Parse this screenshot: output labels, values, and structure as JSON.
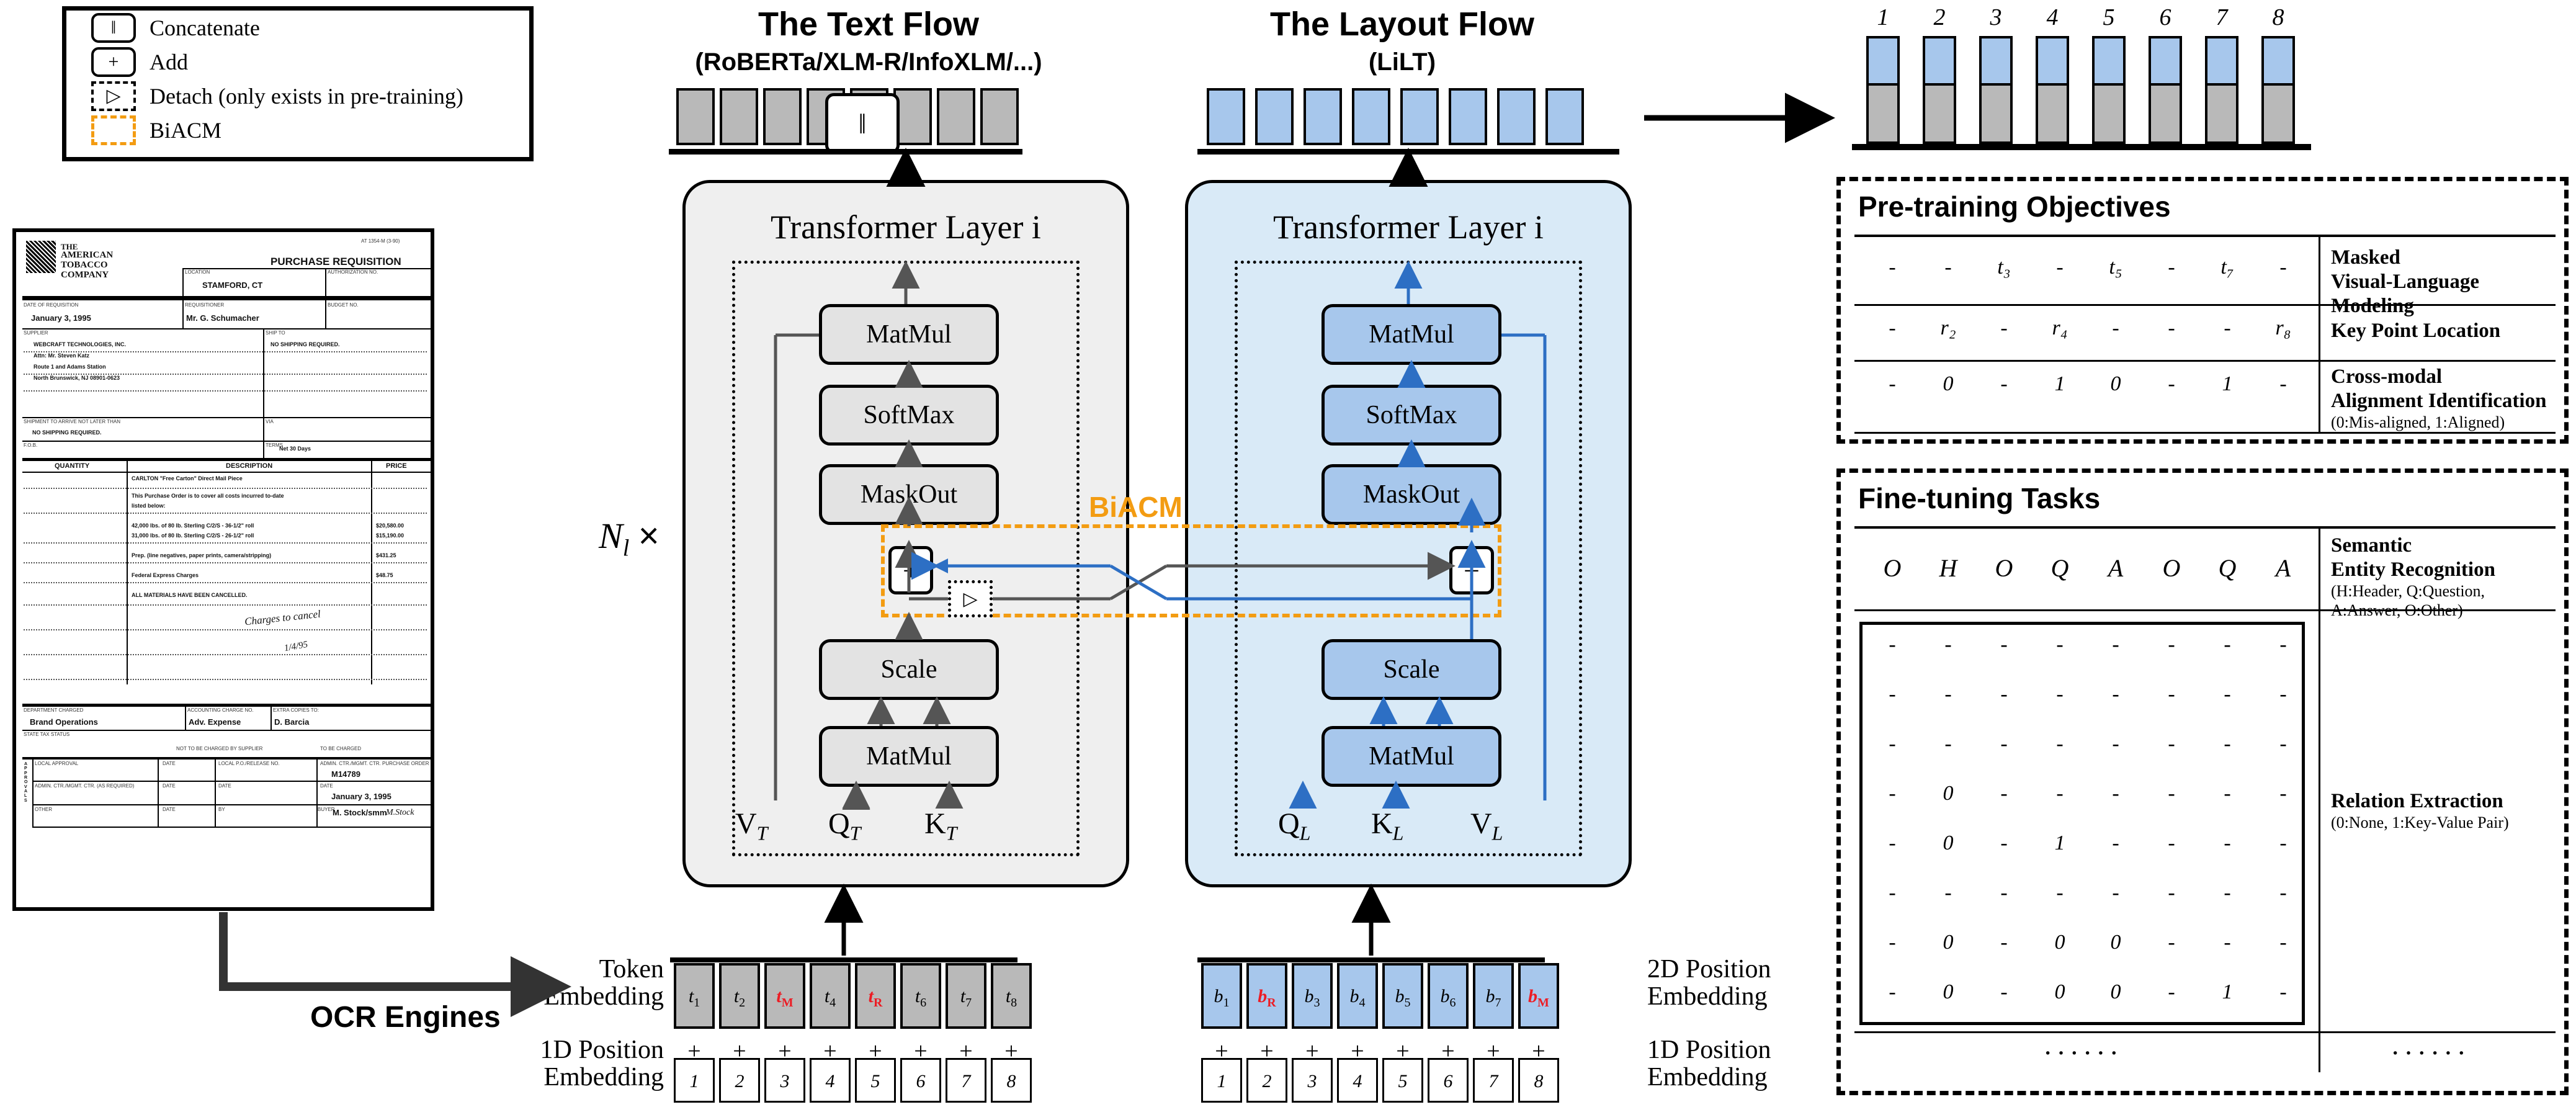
{
  "legend": {
    "items": [
      {
        "glyph": "‖",
        "label": "Concatenate",
        "style": "solid"
      },
      {
        "glyph": "+",
        "label": "Add",
        "style": "solid"
      },
      {
        "glyph": "▷",
        "label": "Detach (only exists in pre-training)",
        "style": "dashed"
      },
      {
        "glyph": "",
        "label": "BiACM",
        "style": "orange"
      }
    ]
  },
  "document": {
    "header_code": "AT 1354-M (3-90)",
    "company": [
      "THE",
      "AMERICAN",
      "TOBACCO",
      "COMPANY"
    ],
    "doc_title": "PURCHASE REQUISITION",
    "fields": [
      {
        "label": "LOCATION",
        "value": "STAMFORD, CT"
      },
      {
        "label": "AUTHORIZATION NO.",
        "value": ""
      },
      {
        "label": "DATE OF REQUISITION",
        "value": "January 3, 1995"
      },
      {
        "label": "REQUISITIONER",
        "value": "Mr. G. Schumacher"
      },
      {
        "label": "BUDGET NO.",
        "value": ""
      },
      {
        "label": "SUPPLIER",
        "value": ""
      },
      {
        "label": "SHIP TO",
        "value": "NO SHIPPING REQUIRED."
      },
      {
        "label": "SHIPMENT TO ARRIVE NOT LATER THAN",
        "value": "NO SHIPPING REQUIRED."
      },
      {
        "label": "VIA",
        "value": ""
      },
      {
        "label": "F.O.B.",
        "value": ""
      },
      {
        "label": "TERMS",
        "value": "Net 30 Days"
      }
    ],
    "supplier_lines": [
      "WEBCRAFT TECHNOLOGIES, INC.",
      "Attn: Mr. Steven Katz",
      "Route 1 and Adams Station",
      "North Brunswick, NJ 08901-0623"
    ],
    "table_headers": [
      "QUANTITY",
      "DESCRIPTION",
      "PRICE"
    ],
    "table_rows": [
      {
        "desc": "CARLTON \"Free Carton\" Direct Mail Piece",
        "price": ""
      },
      {
        "desc": "This Purchase Order is to cover all costs incurred to-date",
        "price": ""
      },
      {
        "desc": "listed below:",
        "price": ""
      },
      {
        "desc": "42,000 lbs. of 80 lb. Sterling C/2/S - 36-1/2\" roll",
        "price": "$20,580.00"
      },
      {
        "desc": "31,000 lbs. of 80 lb. Sterling C/2/S - 26-1/2\" roll",
        "price": "$15,190.00"
      },
      {
        "desc": "Prep. (line negatives, paper prints, camera/stripping)",
        "price": "$431.25"
      },
      {
        "desc": "Federal Express Charges",
        "price": "$48.75"
      },
      {
        "desc": "ALL MATERIALS HAVE BEEN CANCELLED.",
        "price": ""
      }
    ],
    "handwriting": "Charges to cancel",
    "handwriting_date": "1/4/95",
    "footer_fields": [
      {
        "label": "DEPARTMENT CHARGED",
        "value": "Brand Operations"
      },
      {
        "label": "ACCOUNTING CHARGE NO.",
        "value": "Adv. Expense"
      },
      {
        "label": "EXTRA COPIES TO:",
        "value": "D. Barcia"
      },
      {
        "label": "STATE TAX STATUS",
        "value": ""
      }
    ],
    "tax_options": [
      "NOT TO BE CHARGED BY SUPPLIER",
      "TO BE CHARGED"
    ],
    "approvals_label": "APPROVALS",
    "approval_rows": [
      {
        "a": "LOCAL APPROVAL",
        "b": "DATE",
        "c": "LOCAL P.O./RELEASE NO.",
        "d": "ADMIN. CTR./MGMT. CTR. PURCHASE ORDER NO.",
        "val": "M14789"
      },
      {
        "a": "ADMIN. CTR./MGMT. CTR. (AS REQUIRED)",
        "b": "DATE",
        "c": "DATE",
        "d": "DATE",
        "val": "January 3, 1995"
      },
      {
        "a": "OTHER",
        "b": "DATE",
        "c": "BY",
        "d": "BUYER",
        "val": "M. Stock/smm"
      }
    ]
  },
  "ocr": {
    "label": "OCR Engines"
  },
  "flows": {
    "text": {
      "title": "The Text Flow",
      "subtitle": "(RoBERTa/XLM-R/InfoXLM/...)",
      "layer_label": "Transformer Layer i",
      "ops": [
        "MatMul",
        "SoftMax",
        "MaskOut",
        "Scale",
        "MatMul"
      ],
      "inputs": [
        "V",
        "Q",
        "K"
      ],
      "input_sub": "T"
    },
    "layout": {
      "title": "The Layout Flow",
      "subtitle": "(LiLT)",
      "layer_label": "Transformer Layer i",
      "ops": [
        "MatMul",
        "SoftMax",
        "MaskOut",
        "Scale",
        "MatMul"
      ],
      "inputs": [
        "Q",
        "K",
        "V"
      ],
      "input_sub": "L"
    },
    "repeat_label": "N",
    "repeat_sub": "l",
    "repeat_times": "×",
    "concat_glyph": "‖",
    "biacm_label": "BiACM",
    "plus_glyph": "+",
    "detach_glyph": "▷"
  },
  "embeddings": {
    "token_label": [
      "Token",
      "Embedding"
    ],
    "pos1d_label": [
      "1D Position",
      "Embedding"
    ],
    "pos2d_label": [
      "2D Position",
      "Embedding"
    ],
    "pos1d_label_right": [
      "1D Position",
      "Embedding"
    ],
    "plus_glyph": "+",
    "text_tokens": [
      {
        "base": "t",
        "sub": "1",
        "red": false
      },
      {
        "base": "t",
        "sub": "2",
        "red": false
      },
      {
        "base": "t",
        "sub": "M",
        "red": true
      },
      {
        "base": "t",
        "sub": "4",
        "red": false
      },
      {
        "base": "t",
        "sub": "R",
        "red": true
      },
      {
        "base": "t",
        "sub": "6",
        "red": false
      },
      {
        "base": "t",
        "sub": "7",
        "red": false
      },
      {
        "base": "t",
        "sub": "8",
        "red": false
      }
    ],
    "layout_tokens": [
      {
        "base": "b",
        "sub": "1",
        "red": false
      },
      {
        "base": "b",
        "sub": "R",
        "red": true
      },
      {
        "base": "b",
        "sub": "3",
        "red": false
      },
      {
        "base": "b",
        "sub": "4",
        "red": false
      },
      {
        "base": "b",
        "sub": "5",
        "red": false
      },
      {
        "base": "b",
        "sub": "6",
        "red": false
      },
      {
        "base": "b",
        "sub": "7",
        "red": false
      },
      {
        "base": "b",
        "sub": "M",
        "red": true
      }
    ],
    "positions": [
      "1",
      "2",
      "3",
      "4",
      "5",
      "6",
      "7",
      "8"
    ]
  },
  "output_bars": {
    "indices": [
      "1",
      "2",
      "3",
      "4",
      "5",
      "6",
      "7",
      "8"
    ],
    "top_color": "#a7c7ec",
    "bottom_color": "#b9b9b9"
  },
  "pretraining": {
    "title": "Pre-training Objectives",
    "rows": [
      {
        "cells": [
          "-",
          "-",
          "t₃",
          "-",
          "t₅",
          "-",
          "t₇",
          "-"
        ],
        "name_lines": [
          "Masked",
          "Visual-Language Modeling"
        ],
        "note": ""
      },
      {
        "cells": [
          "-",
          "r₂",
          "-",
          "r₄",
          "-",
          "-",
          "-",
          "r₈"
        ],
        "name_lines": [
          "Key Point Location"
        ],
        "note": ""
      },
      {
        "cells": [
          "-",
          "0",
          "-",
          "1",
          "0",
          "-",
          "1",
          "-"
        ],
        "name_lines": [
          "Cross-modal",
          "Alignment Identification"
        ],
        "note": "(0:Mis-aligned, 1:Aligned)"
      }
    ]
  },
  "finetuning": {
    "title": "Fine-tuning Tasks",
    "ser": {
      "cells": [
        "O",
        "H",
        "O",
        "Q",
        "A",
        "O",
        "Q",
        "A"
      ],
      "name_lines": [
        "Semantic",
        "Entity Recognition"
      ],
      "note_lines": [
        "(H:Header, Q:Question,",
        " A:Answer, O:Other)"
      ]
    },
    "re": {
      "matrix": [
        [
          "-",
          "-",
          "-",
          "-",
          "-",
          "-",
          "-",
          "-"
        ],
        [
          "-",
          "-",
          "-",
          "-",
          "-",
          "-",
          "-",
          "-"
        ],
        [
          "-",
          "-",
          "-",
          "-",
          "-",
          "-",
          "-",
          "-"
        ],
        [
          "-",
          "0",
          "-",
          "-",
          "-",
          "-",
          "-",
          "-"
        ],
        [
          "-",
          "0",
          "-",
          "1",
          "-",
          "-",
          "-",
          "-"
        ],
        [
          "-",
          "-",
          "-",
          "-",
          "-",
          "-",
          "-",
          "-"
        ],
        [
          "-",
          "0",
          "-",
          "0",
          "0",
          "-",
          "-",
          "-"
        ],
        [
          "-",
          "0",
          "-",
          "0",
          "0",
          "-",
          "1",
          "-"
        ]
      ],
      "name_lines": [
        "Relation Extraction"
      ],
      "note": "(0:None, 1:Key-Value Pair)",
      "ellipsis_left": "······",
      "ellipsis_right": "······"
    }
  },
  "colors": {
    "blue_fill": "#a7c7ec",
    "gray_fill": "#b9b9b9",
    "layout_panel": "#d9eaf7",
    "text_panel": "#efefef",
    "orange": "#f39c12",
    "red": "#ec1c24",
    "blue_line": "#2d6fc4"
  }
}
